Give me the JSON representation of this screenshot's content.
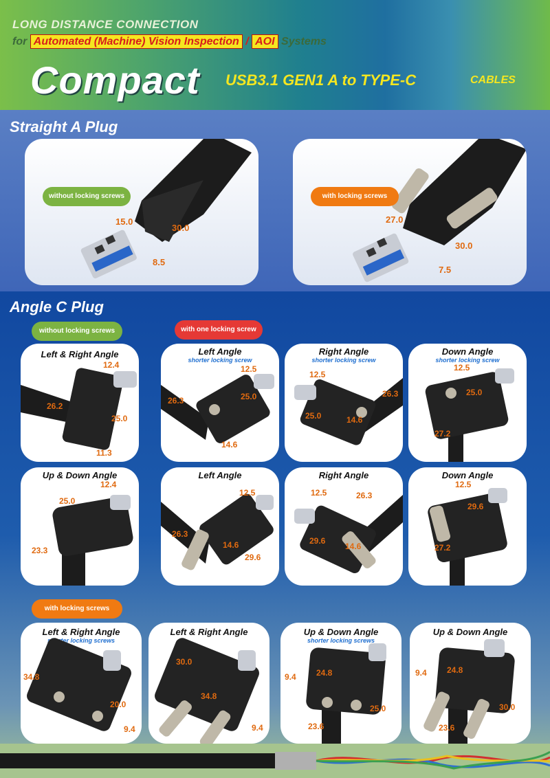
{
  "header": {
    "line1": "LONG DISTANCE CONNECTION",
    "line2_prefix": "for",
    "line2_box1": "Automated (Machine) Vision Inspection",
    "line2_sep": "/",
    "line2_box2": "AOI",
    "line2_suffix": "Systems",
    "big_title": "Compact",
    "mid_title": "USB3.1 GEN1 A to TYPE-C",
    "small_title": "CABLES"
  },
  "straight": {
    "title": "Straight A Plug",
    "left": {
      "pill": "without locking screws",
      "dims": [
        "15.0",
        "30.0",
        "8.5"
      ]
    },
    "right": {
      "pill": "with locking screws",
      "dims": [
        "27.0",
        "30.0",
        "7.5"
      ]
    }
  },
  "angle": {
    "title": "Angle C Plug",
    "pill_without": "without locking screws",
    "pill_one": "with one locking screw",
    "pill_with": "with locking screws",
    "row1": [
      {
        "title": "Left & Right Angle",
        "sub": "",
        "dims": [
          "12.4",
          "26.2",
          "25.0",
          "11.3"
        ]
      },
      {
        "title": "Left Angle",
        "sub": "shorter locking screw",
        "dims": [
          "12.5",
          "26.3",
          "25.0",
          "14.6"
        ]
      },
      {
        "title": "Right Angle",
        "sub": "shorter locking screw",
        "dims": [
          "12.5",
          "26.3",
          "25.0",
          "14.6"
        ]
      },
      {
        "title": "Down Angle",
        "sub": "shorter locking screw",
        "dims": [
          "12.5",
          "25.0",
          "27.2"
        ]
      }
    ],
    "row2": [
      {
        "title": "Up & Down Angle",
        "sub": "",
        "dims": [
          "12.4",
          "25.0",
          "23.3"
        ]
      },
      {
        "title": "Left Angle",
        "sub": "",
        "dims": [
          "12.5",
          "26.3",
          "14.6",
          "29.6"
        ]
      },
      {
        "title": "Right Angle",
        "sub": "",
        "dims": [
          "12.5",
          "26.3",
          "29.6",
          "14.6"
        ]
      },
      {
        "title": "Down Angle",
        "sub": "",
        "dims": [
          "12.5",
          "29.6",
          "27.2"
        ]
      }
    ],
    "row3": [
      {
        "title": "Left & Right Angle",
        "sub": "shorter locking screws",
        "dims": [
          "34.8",
          "20.0",
          "9.4"
        ]
      },
      {
        "title": "Left & Right Angle",
        "sub": "",
        "dims": [
          "30.0",
          "34.8",
          "9.4"
        ]
      },
      {
        "title": "Up & Down Angle",
        "sub": "shorter locking screws",
        "dims": [
          "9.4",
          "24.8",
          "25.0",
          "23.6"
        ]
      },
      {
        "title": "Up & Down Angle",
        "sub": "",
        "dims": [
          "9.4",
          "24.8",
          "30.0",
          "23.6"
        ]
      }
    ]
  },
  "colors": {
    "accent": "#e06a10",
    "green_pill": "#7cb342",
    "orange_pill": "#f07a12",
    "red_pill": "#e53935",
    "title_yellow": "#f5e620"
  }
}
